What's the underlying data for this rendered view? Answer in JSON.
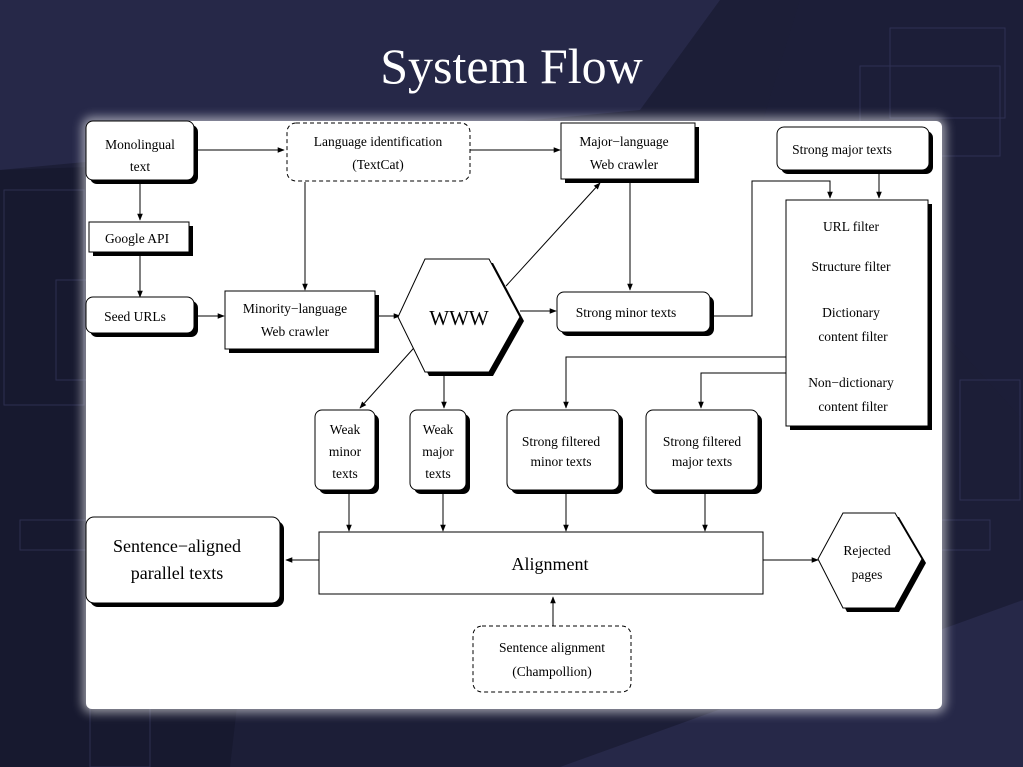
{
  "slide": {
    "title": "System Flow"
  },
  "colors": {
    "background": "#262848",
    "background_dark": "#15162a",
    "panel": "#ffffff",
    "ink": "#000000"
  },
  "nodes": {
    "monolingual": [
      "Monolingual",
      "text"
    ],
    "google_api": [
      "Google API"
    ],
    "seed_urls": [
      "Seed URLs"
    ],
    "lang_id": [
      "Language identification",
      "(TextCat)"
    ],
    "minority_crawler": [
      "Minority−language",
      "Web crawler"
    ],
    "www": [
      "WWW"
    ],
    "major_crawler": [
      "Major−language",
      "Web crawler"
    ],
    "strong_major": [
      "Strong major texts"
    ],
    "strong_minor": [
      "Strong minor texts"
    ],
    "filters": {
      "url": [
        "URL filter"
      ],
      "structure": [
        "Structure filter"
      ],
      "dictionary": [
        "Dictionary",
        "content filter"
      ],
      "non_dictionary": [
        "Non−dictionary",
        "content filter"
      ]
    },
    "weak_minor": [
      "Weak",
      "minor",
      "texts"
    ],
    "weak_major": [
      "Weak",
      "major",
      "texts"
    ],
    "strong_filtered_minor": [
      "Strong filtered",
      "minor texts"
    ],
    "strong_filtered_major": [
      "Strong filtered",
      "major texts"
    ],
    "sentence_aligned": [
      "Sentence−aligned",
      "parallel texts"
    ],
    "alignment": [
      "Alignment"
    ],
    "rejected": [
      "Rejected",
      "pages"
    ],
    "sentence_alignment": [
      "Sentence alignment",
      "(Champollion)"
    ]
  }
}
